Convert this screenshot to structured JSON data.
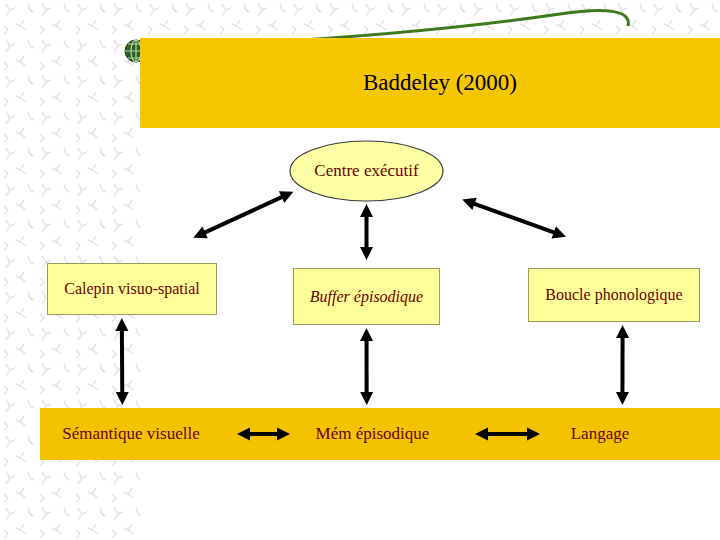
{
  "diagram": {
    "title": "Baddeley (2000)",
    "nodes": [
      {
        "text": [
          "Centre exécutif"
        ]
      },
      {
        "text": [
          "Calepin visuo-spatial"
        ]
      },
      {
        "text": [
          "Buffer épisodique"
        ]
      },
      {
        "text": [
          "Boucle phonologique"
        ]
      },
      {
        "text": []
      },
      {
        "text": [
          "Sémantique visuelle"
        ],
        "in": 4
      },
      {
        "text": [
          "Mém épisodique"
        ],
        "in": 4
      },
      {
        "text": [
          "Langage"
        ],
        "in": 4
      }
    ],
    "edges": [
      {
        "from": 0,
        "to": 1,
        "arrow": "both"
      },
      {
        "from": 0,
        "to": 2,
        "arrow": "both"
      },
      {
        "from": 0,
        "to": 3,
        "arrow": "both"
      },
      {
        "from": 1,
        "to": 5,
        "arrow": "both"
      },
      {
        "from": 2,
        "to": 6,
        "arrow": "both"
      },
      {
        "from": 3,
        "to": 7,
        "arrow": "both"
      },
      {
        "from": 5,
        "to": 6,
        "arrow": "both"
      },
      {
        "from": 6,
        "to": 7,
        "arrow": "both"
      }
    ]
  }
}
